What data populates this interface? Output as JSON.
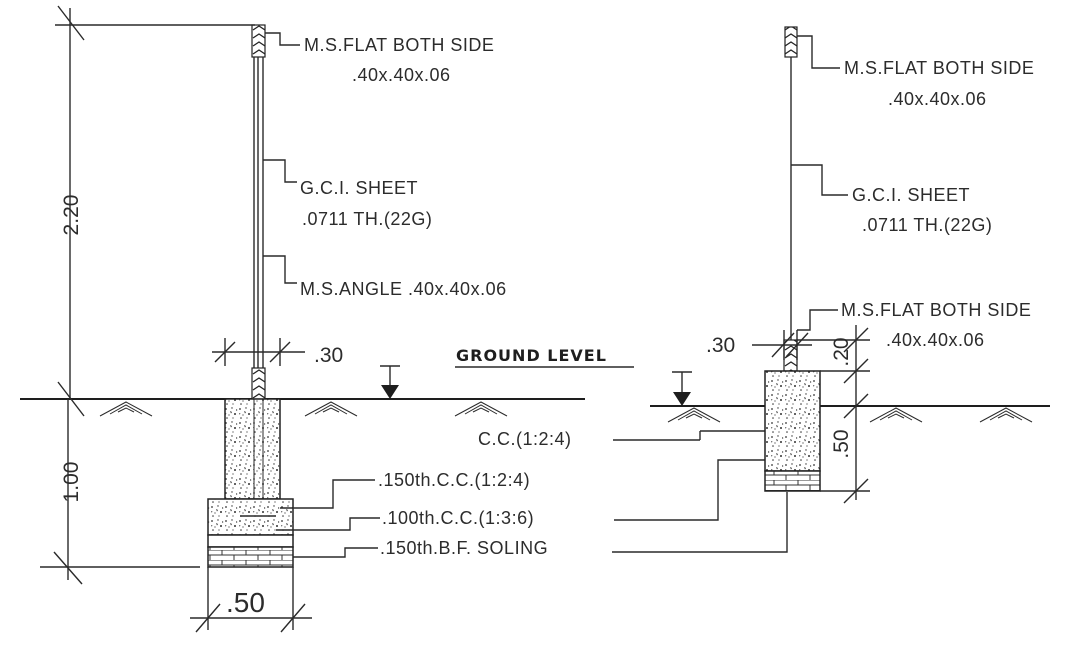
{
  "left_detail": {
    "top_flat_label": "M.S.FLAT BOTH SIDE",
    "top_flat_size": ".40x.40x.06",
    "sheet_label": "G.C.I. SHEET",
    "sheet_thickness": ".0711 TH.(22G)",
    "angle_label": "M.S.ANGLE .40x.40x.06",
    "height_dim": "2.20",
    "depth_dim": "1.00",
    "width_above_dim": ".30",
    "base_width_dim": ".50",
    "ground_level": "GROUND LEVEL",
    "cc_label": "C.C.(1:2:4)",
    "cc150_label": ".150th.C.C.(1:2:4)",
    "cc100_label": ".100th.C.C.(1:3:6)",
    "soling_label": ".150th.B.F. SOLING"
  },
  "right_detail": {
    "top_flat_label": "M.S.FLAT BOTH SIDE",
    "top_flat_size": ".40x.40x.06",
    "sheet_label": "G.C.I. SHEET",
    "sheet_thickness": ".0711 TH.(22G)",
    "bottom_flat_label": "M.S.FLAT BOTH SIDE",
    "bottom_flat_size": ".40x.40x.06",
    "width_dim": ".30",
    "small_dim": ".20",
    "depth_dim": ".50"
  }
}
